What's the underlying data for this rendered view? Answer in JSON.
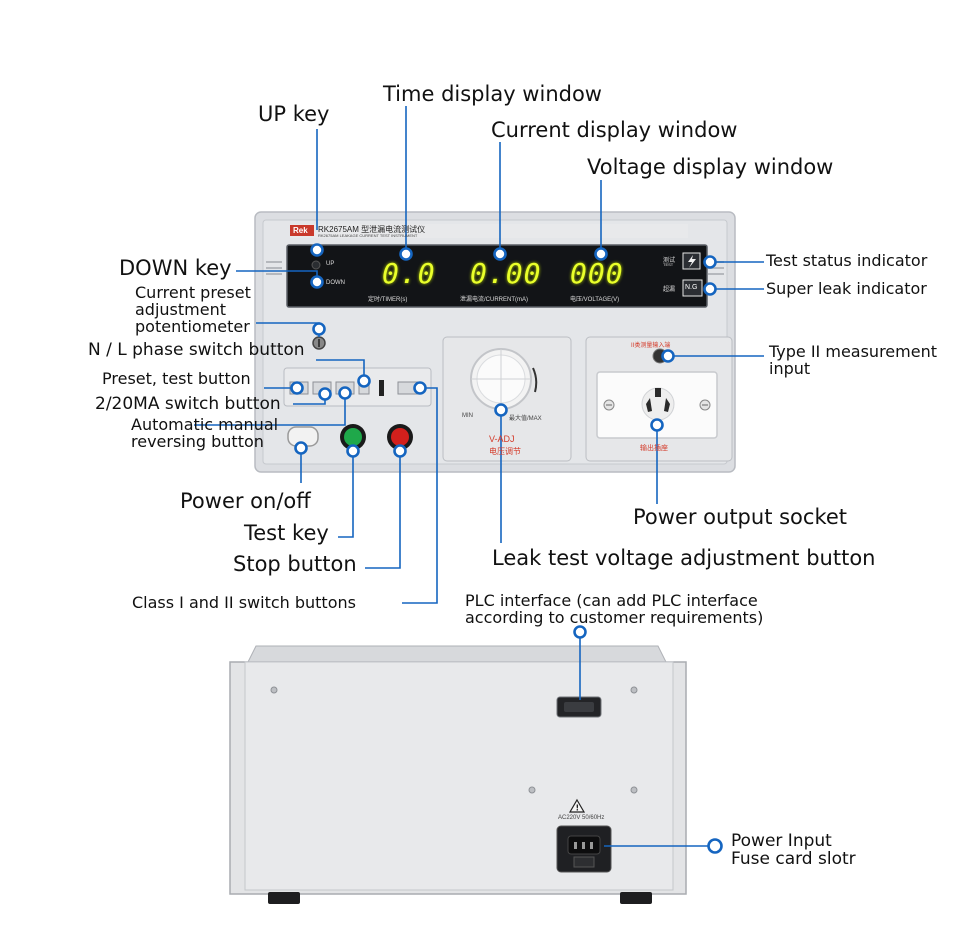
{
  "labels": {
    "up_key": "UP key",
    "time_display": "Time display window",
    "current_display": "Current display window",
    "voltage_display": "Voltage display window",
    "down_key": "DOWN key",
    "current_preset": "Current preset adjustment potentiometer",
    "nl_phase": "N / L phase switch button",
    "preset_test": "Preset, test button",
    "ma_switch": "2/20MA switch button",
    "auto_manual": "Automatic manual reversing button",
    "power_onoff": "Power on/off",
    "test_key": "Test key",
    "stop_button": "Stop button",
    "class_switch": "Class I and II switch buttons",
    "test_status": "Test status indicator",
    "super_leak": "Super leak indicator",
    "type2_input": "Type II measurement input",
    "power_socket": "Power output socket",
    "leak_voltage_adj": "Leak test voltage adjustment button",
    "plc_interface": "PLC interface (can add PLC interface according to customer requirements)",
    "power_input": "Power Input",
    "fuse_slot": "Fuse card slotr"
  },
  "device": {
    "brand": "Rek",
    "model": "RK2675AM 型泄漏电流测试仪",
    "model_sub": "RK2675AM LEAKAGE CURRENT TEST INSTRUMENT",
    "up": "UP",
    "down": "DOWN",
    "timer_value": "0.0",
    "current_value": "0.00",
    "voltage_value": "000",
    "timer_caption": "定时/TIMER(s)",
    "current_caption": "泄漏电流/CURRENT(mA)",
    "voltage_caption": "电压/VOLTAGE(V)",
    "test_ind": "测试",
    "test_ind_en": "TEST",
    "ng_ind": "N.G",
    "ng_ind_cn": "超漏",
    "knob_min": "MIN",
    "knob_max": "最大值/MAX",
    "vadj": "V-ADJ",
    "vadj_cn": "电压调节",
    "type2_cn": "II类测量输入端",
    "socket_cn": "输出插座",
    "ac_rating": "AC220V 50/60Hz"
  },
  "colors": {
    "callout": "#1565c0",
    "panel": "#dcdee2",
    "display": "#121417",
    "segment": "#e9ff2a",
    "green_button": "#1fa84a",
    "red_button": "#d3201c",
    "knob_label": "#d43b2a"
  }
}
